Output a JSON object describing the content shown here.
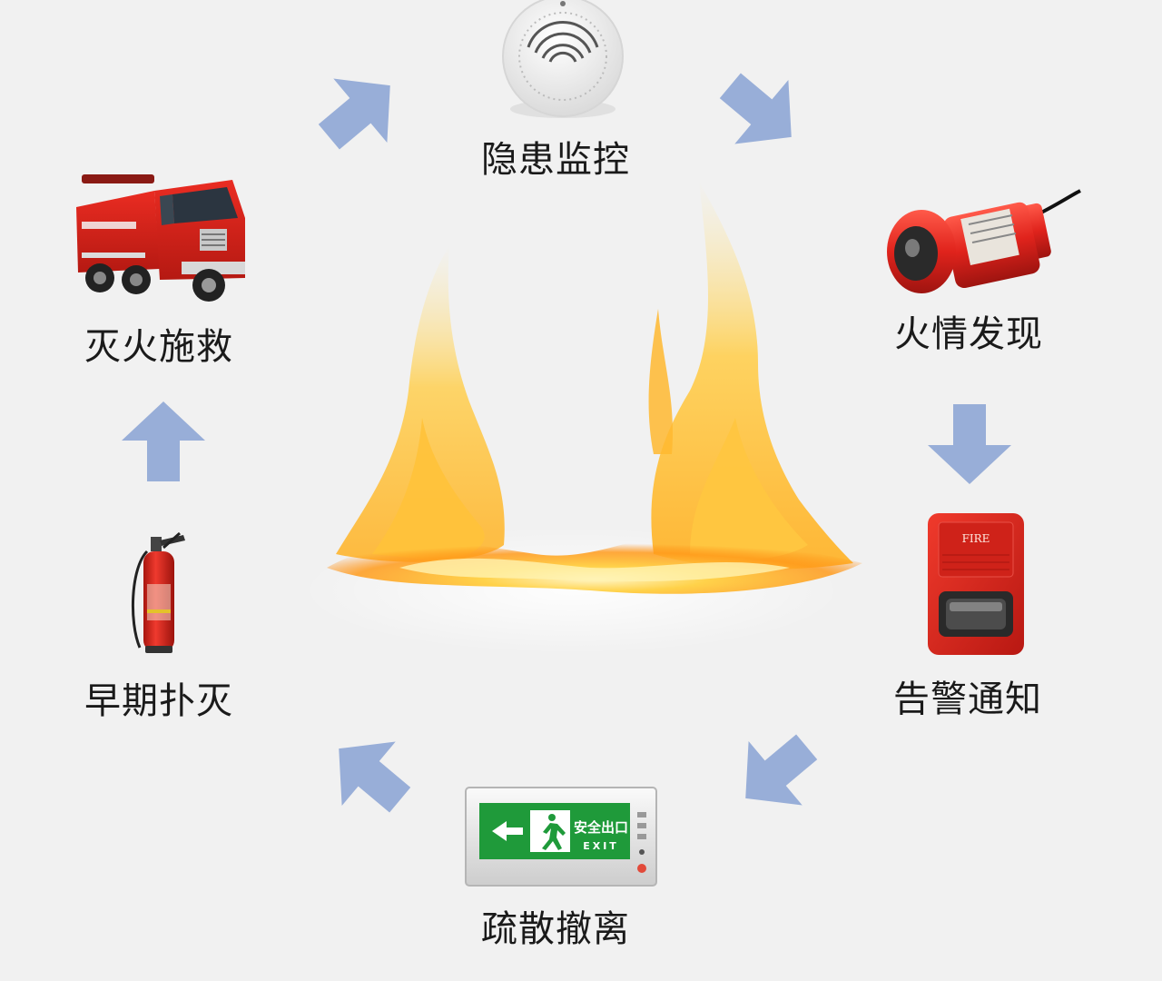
{
  "cycle": {
    "steps": [
      {
        "label": "隐患监控",
        "icon": "smoke-detector-icon"
      },
      {
        "label": "火情发现",
        "icon": "flame-detector-icon"
      },
      {
        "label": "告警通知",
        "icon": "fire-alarm-strobe-icon"
      },
      {
        "label": "疏散撤离",
        "icon": "emergency-exit-sign-icon"
      },
      {
        "label": "早期扑灭",
        "icon": "fire-extinguisher-icon"
      },
      {
        "label": "灭火施救",
        "icon": "fire-truck-icon"
      }
    ],
    "center_icon": "flame-icon",
    "arrow_color": "#98aed8"
  },
  "signage": {
    "exit_sign_text": "安全出口",
    "exit_sign_text_en": "EXIT",
    "alarm_text": "FIRE"
  },
  "colors": {
    "background": "#f1f1f1",
    "fire_red": "#d42a22",
    "exit_green": "#1f9a3a"
  }
}
